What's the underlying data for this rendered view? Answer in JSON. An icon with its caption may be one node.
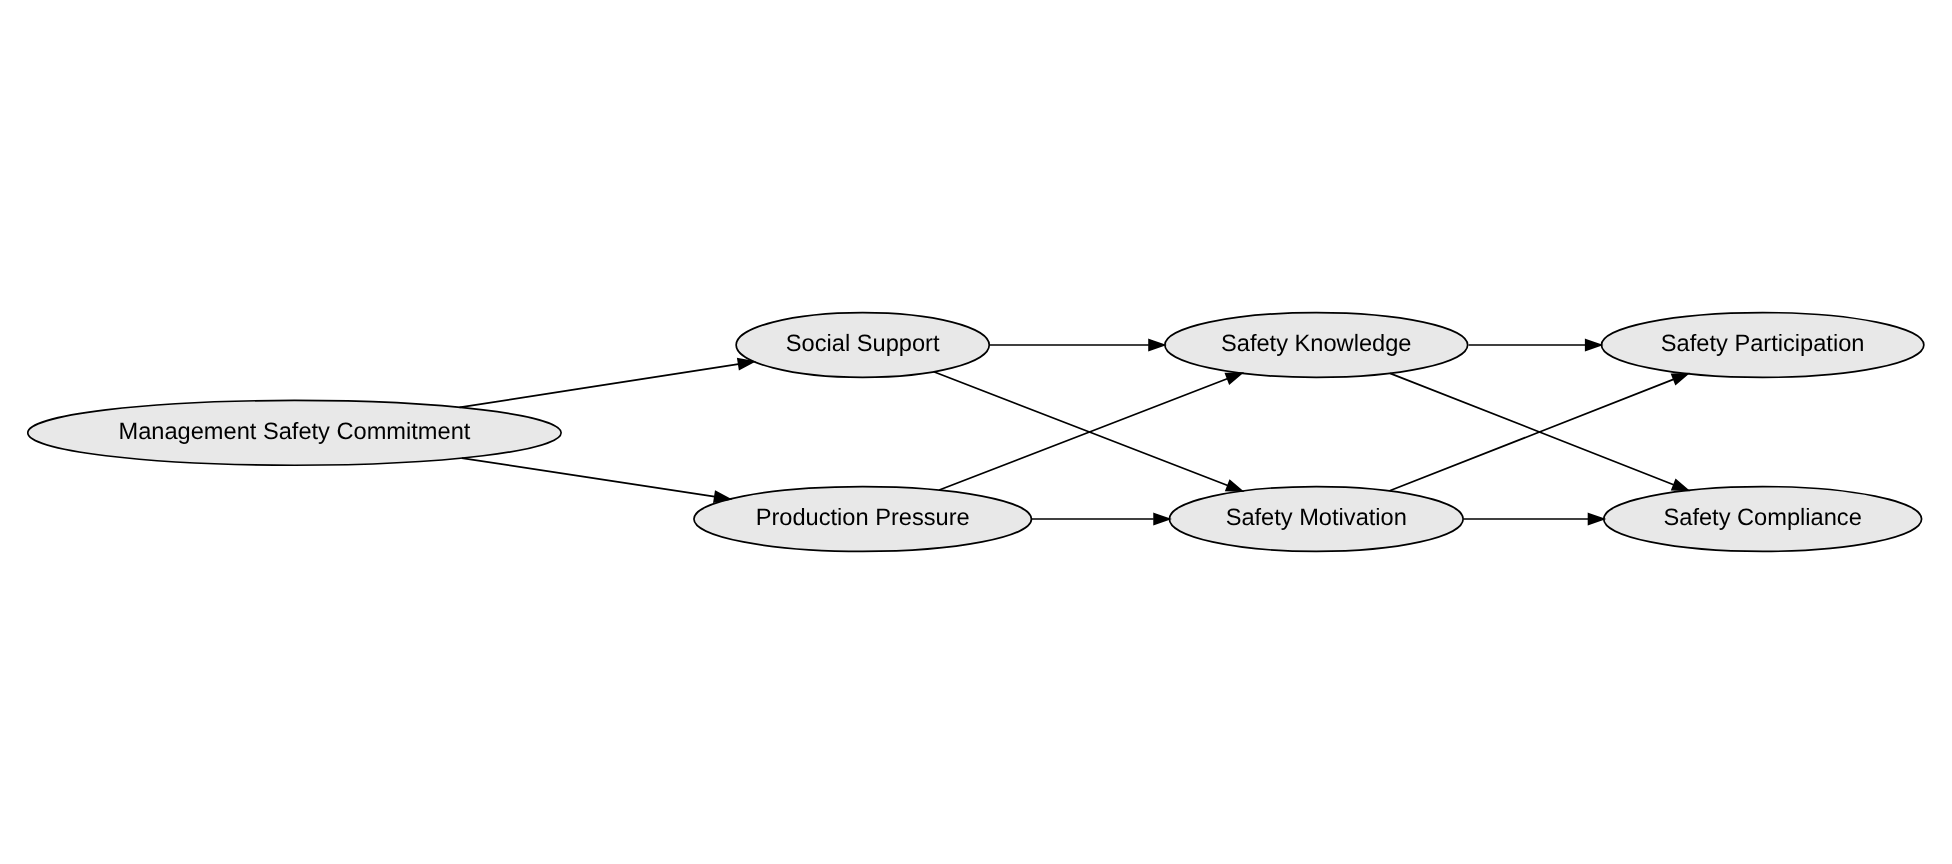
{
  "diagram": {
    "nodes": [
      {
        "text": [
          "Management Safety Commitment"
        ]
      },
      {
        "text": [
          "Social Support"
        ]
      },
      {
        "text": [
          "Production Pressure"
        ]
      },
      {
        "text": [
          "Safety Knowledge"
        ]
      },
      {
        "text": [
          "Safety Motivation"
        ]
      },
      {
        "text": [
          "Safety Participation"
        ]
      },
      {
        "text": [
          "Safety Compliance"
        ]
      }
    ],
    "edges": [
      {
        "from": 0,
        "to": 1,
        "arrow": "to"
      },
      {
        "from": 0,
        "to": 2,
        "arrow": "to"
      },
      {
        "from": 1,
        "to": 3,
        "arrow": "to"
      },
      {
        "from": 1,
        "to": 4,
        "arrow": "to"
      },
      {
        "from": 2,
        "to": 3,
        "arrow": "to"
      },
      {
        "from": 2,
        "to": 4,
        "arrow": "to"
      },
      {
        "from": 3,
        "to": 5,
        "arrow": "to"
      },
      {
        "from": 3,
        "to": 6,
        "arrow": "to"
      },
      {
        "from": 4,
        "to": 5,
        "arrow": "to"
      },
      {
        "from": 4,
        "to": 6,
        "arrow": "to"
      }
    ]
  }
}
